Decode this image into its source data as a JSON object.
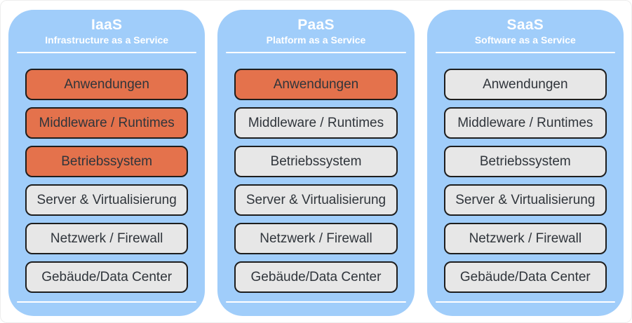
{
  "colors": {
    "frame_border": "#EDEDED",
    "column_bg": "#A0CDFA",
    "highlight_box_bg": "#E4724C",
    "default_box_bg": "#E7E7E7",
    "box_border": "#1E1E1E",
    "box_text": "#30353B",
    "header_text": "#FFFFFF"
  },
  "columns": [
    {
      "title": "IaaS",
      "subtitle": "Infrastructure as a Service",
      "layers": [
        {
          "label": "Anwendungen",
          "highlighted": true
        },
        {
          "label": "Middleware / Runtimes",
          "highlighted": true
        },
        {
          "label": "Betriebssystem",
          "highlighted": true
        },
        {
          "label": "Server & Virtualisierung",
          "highlighted": false
        },
        {
          "label": "Netzwerk / Firewall",
          "highlighted": false
        },
        {
          "label": "Gebäude/Data Center",
          "highlighted": false
        }
      ]
    },
    {
      "title": "PaaS",
      "subtitle": "Platform as a Service",
      "layers": [
        {
          "label": "Anwendungen",
          "highlighted": true
        },
        {
          "label": "Middleware / Runtimes",
          "highlighted": false
        },
        {
          "label": "Betriebssystem",
          "highlighted": false
        },
        {
          "label": "Server & Virtualisierung",
          "highlighted": false
        },
        {
          "label": "Netzwerk / Firewall",
          "highlighted": false
        },
        {
          "label": "Gebäude/Data Center",
          "highlighted": false
        }
      ]
    },
    {
      "title": "SaaS",
      "subtitle": "Software as a Service",
      "layers": [
        {
          "label": "Anwendungen",
          "highlighted": false
        },
        {
          "label": "Middleware / Runtimes",
          "highlighted": false
        },
        {
          "label": "Betriebssystem",
          "highlighted": false
        },
        {
          "label": "Server & Virtualisierung",
          "highlighted": false
        },
        {
          "label": "Netzwerk / Firewall",
          "highlighted": false
        },
        {
          "label": "Gebäude/Data Center",
          "highlighted": false
        }
      ]
    }
  ]
}
